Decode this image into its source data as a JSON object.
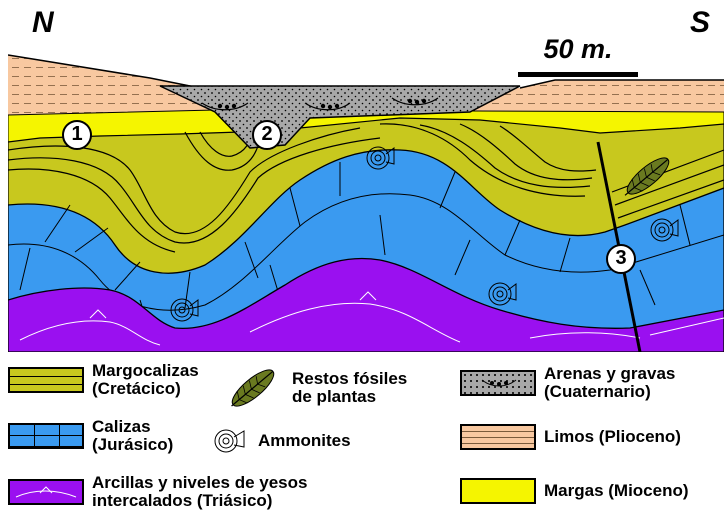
{
  "compass": {
    "north": "N",
    "south": "S"
  },
  "scale": {
    "label": "50 m."
  },
  "markers": [
    "1",
    "2",
    "3"
  ],
  "legend": {
    "margocalizas": {
      "line1": "Margocalizas",
      "line2": "(Cretácico)",
      "color": "#c8c81e"
    },
    "calizas": {
      "line1": "Calizas",
      "line2": "(Jurásico)",
      "color": "#3a9af0"
    },
    "arcillas": {
      "line1": "Arcillas y niveles de yesos",
      "line2": "intercalados (Triásico)",
      "color": "#9a10f0"
    },
    "plantas": {
      "line1": "Restos fósiles",
      "line2": "de plantas",
      "icon": "fern-fossil-icon"
    },
    "ammonites": {
      "line1": "Ammonites",
      "icon": "ammonite-icon"
    },
    "arenas": {
      "line1": "Arenas y gravas",
      "line2": "(Cuaternario)",
      "color": "#a8a8a8"
    },
    "limos": {
      "line1": "Limos (Plioceno)",
      "color": "#f8c8a0"
    },
    "margas": {
      "line1": "Margas (Mioceno)",
      "color": "#f5f500"
    }
  }
}
